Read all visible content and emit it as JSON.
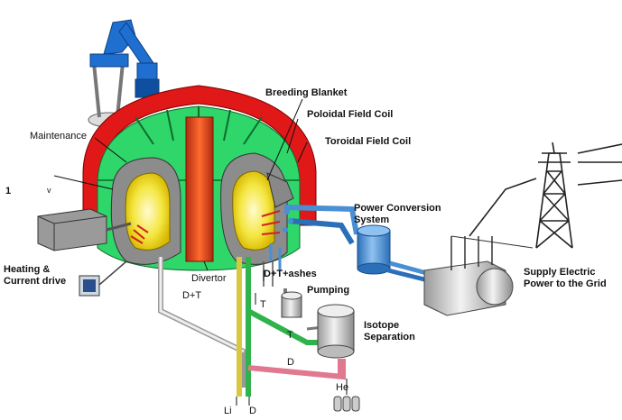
{
  "labels": {
    "breeding_blanket": "Breeding Blanket",
    "poloidal_field_coil": "Poloidal Field Coil",
    "toroidal_field_coil": "Toroidal Field Coil",
    "maintenance": "Maintenance",
    "marker_1": "1",
    "marker_v": "v",
    "power_conversion": "Power Conversion\nSystem",
    "heating_current": "Heating &\nCurrent drive",
    "divertor": "Divertor",
    "d_t_ashes": "D+T+ashes",
    "pumping": "Pumping",
    "d_t": "D+T",
    "t_label_1": "T",
    "t_label_2": "T",
    "d_label": "D",
    "isotope_separation": "Isotope\nSeparation",
    "he": "He",
    "li": "Li",
    "d_bottom": "D",
    "supply_electric": "Supply Electric\nPower to the Grid"
  },
  "colors": {
    "coil_red": "#e01818",
    "blanket_green": "#2fd66a",
    "central_solenoid": "#e05020",
    "plasma_yellow": "#f4e640",
    "vessel_gray": "#8c8c8c",
    "pipe_blue": "#4a8fd4",
    "crane_blue": "#1f6fd0",
    "pipe_green": "#2fb34a",
    "pipe_pink": "#e07890",
    "pipe_yellow": "#f0e060"
  }
}
